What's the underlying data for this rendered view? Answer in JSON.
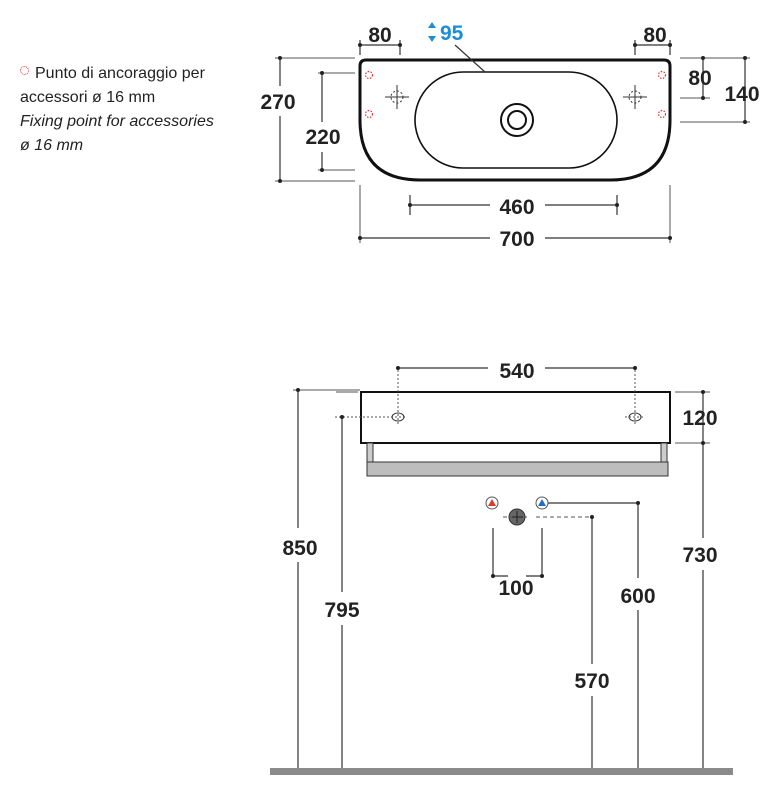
{
  "legend": {
    "line1": "Punto di ancoraggio per",
    "line2": "accessori ø 16 mm",
    "line3": "Fixing point for accessories",
    "line4": "ø 16 mm"
  },
  "top_view": {
    "d_80_left": "80",
    "d_95": "95",
    "d_80_right": "80",
    "d_80_side": "80",
    "d_140": "140",
    "d_270": "270",
    "d_220": "220",
    "d_460": "460",
    "d_700": "700"
  },
  "front_view": {
    "d_540": "540",
    "d_120": "120",
    "d_730": "730",
    "d_850": "850",
    "d_795": "795",
    "d_100": "100",
    "d_600": "600",
    "d_570": "570"
  },
  "colors": {
    "accent_blue": "#1a8fd6",
    "hot": "#d93a2b",
    "cold": "#1f6fc4",
    "anchor": "#e03030"
  }
}
